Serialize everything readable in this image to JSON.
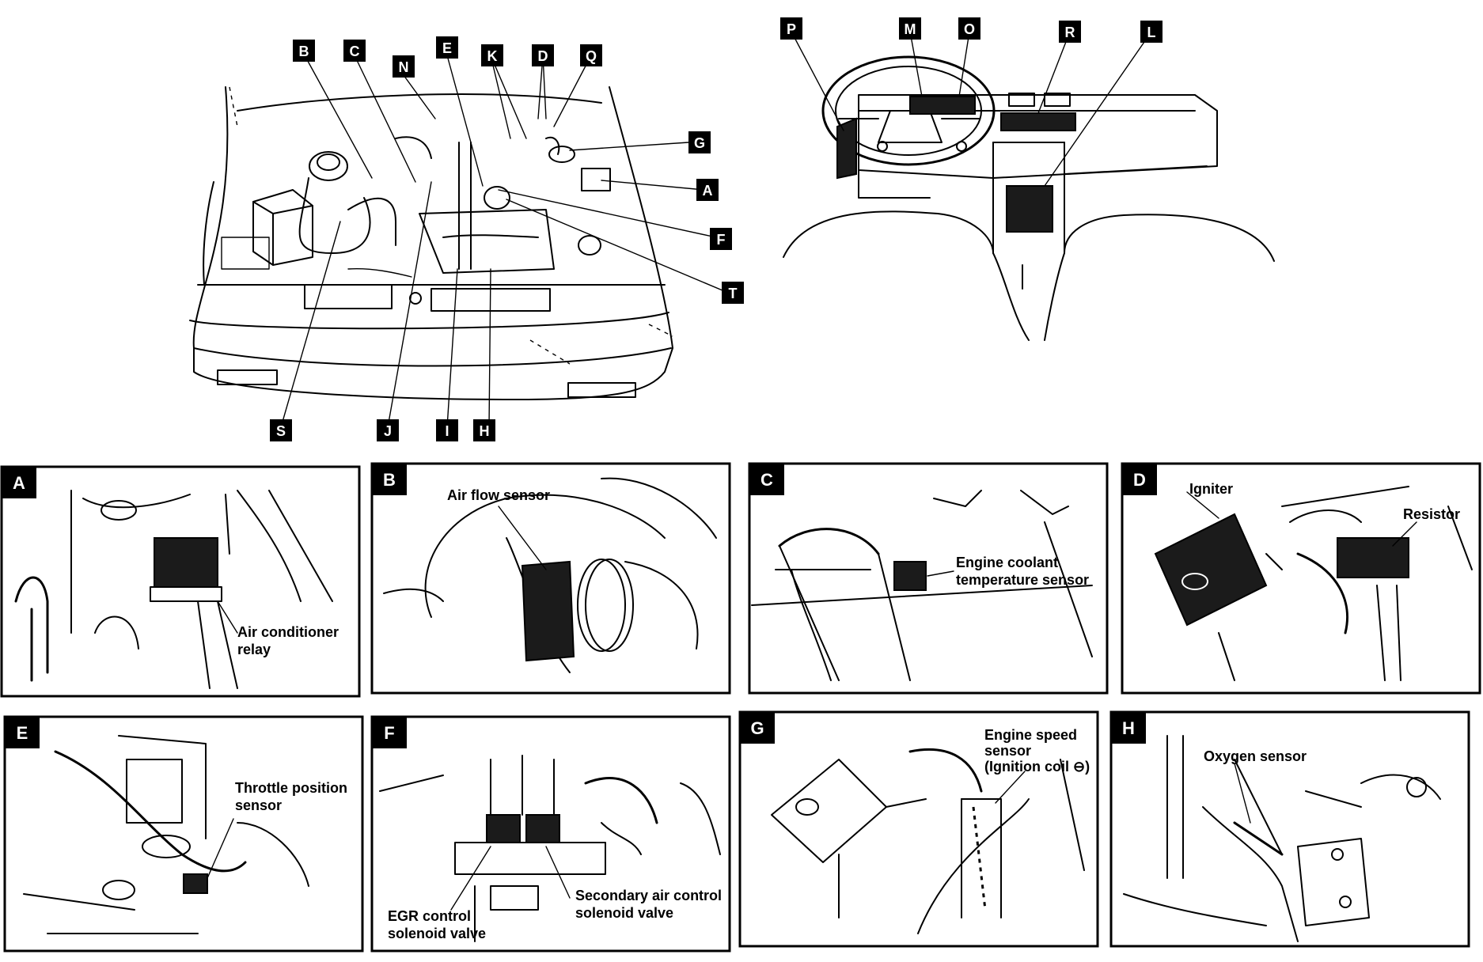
{
  "callouts": {
    "engine": [
      "B",
      "C",
      "N",
      "E",
      "K",
      "D",
      "Q",
      "G",
      "A",
      "F",
      "T",
      "S",
      "J",
      "I",
      "H"
    ],
    "dash": [
      "P",
      "M",
      "O",
      "R",
      "L"
    ]
  },
  "panels": [
    {
      "letter": "A",
      "caption": [
        "Air conditioner",
        "relay"
      ]
    },
    {
      "letter": "B",
      "caption": [
        "Air flow sensor"
      ]
    },
    {
      "letter": "C",
      "caption": [
        "Engine coolant",
        "temperature sensor"
      ]
    },
    {
      "letter": "D",
      "caption": [
        "Igniter",
        "Resistor"
      ]
    },
    {
      "letter": "E",
      "caption": [
        "Throttle position",
        "sensor"
      ]
    },
    {
      "letter": "F",
      "caption": [
        "EGR control",
        "solenoid valve",
        "Secondary air control",
        "solenoid valve"
      ]
    },
    {
      "letter": "G",
      "caption": [
        "Engine speed",
        "sensor",
        "(Ignition coil ⊖)"
      ]
    },
    {
      "letter": "H",
      "caption": [
        "Oxygen sensor"
      ]
    }
  ]
}
